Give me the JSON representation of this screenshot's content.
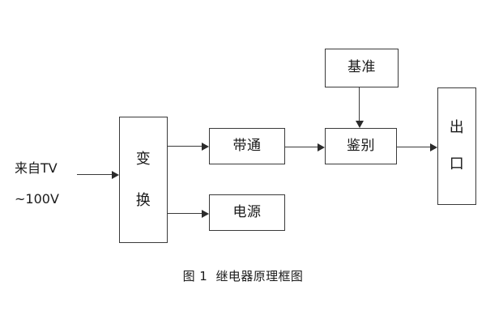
{
  "figure": {
    "caption": "图 1  继电器原理框图",
    "background_color": "#ffffff",
    "line_color": "#3a3a3a",
    "text_color": "#1a1a1a"
  },
  "input": {
    "line1": "来自TV",
    "line2": "~100V"
  },
  "blocks": {
    "transform": {
      "line1": "变",
      "line2": "换"
    },
    "bandpass": {
      "label": "带通"
    },
    "power": {
      "label": "电源"
    },
    "reference": {
      "label": "基准"
    },
    "discriminate": {
      "label": "鉴别"
    },
    "output": {
      "line1": "出",
      "line2": "口"
    }
  },
  "connections": [
    {
      "name": "input-to-transform",
      "from": "来自TV ~100V",
      "to": "变换"
    },
    {
      "name": "transform-to-bandpass",
      "from": "变换",
      "to": "带通"
    },
    {
      "name": "transform-to-power",
      "from": "变换",
      "to": "电源"
    },
    {
      "name": "bandpass-to-discriminate",
      "from": "带通",
      "to": "鉴别"
    },
    {
      "name": "reference-to-discriminate",
      "from": "基准",
      "to": "鉴别"
    },
    {
      "name": "discriminate-to-output",
      "from": "鉴别",
      "to": "出口"
    }
  ]
}
